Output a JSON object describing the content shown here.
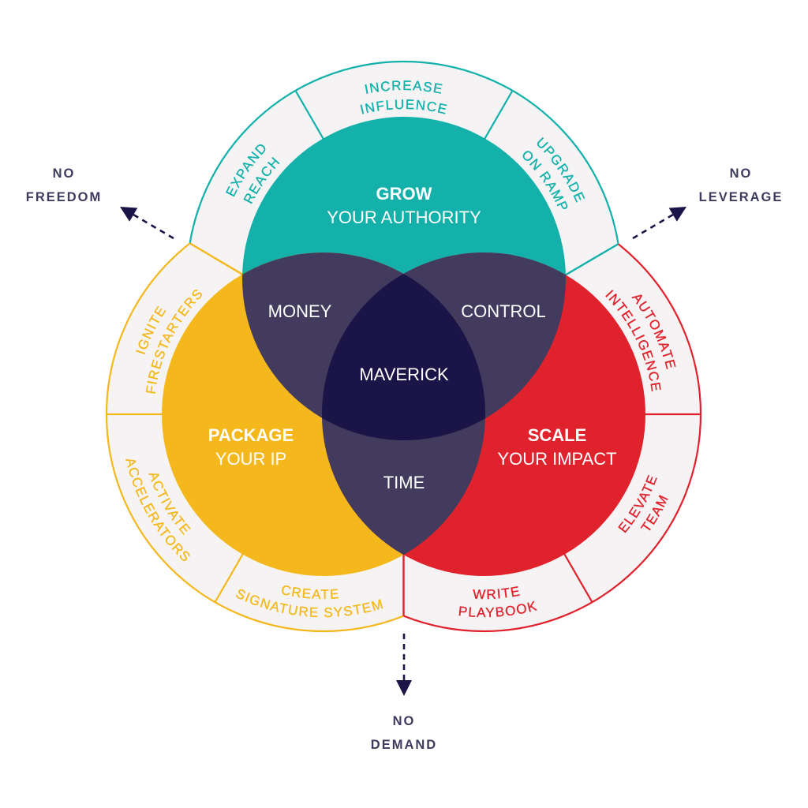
{
  "circles": {
    "grow": {
      "title": "GROW",
      "subtitle": "YOUR AUTHORITY",
      "color": "#14b1ab",
      "ring_labels": [
        {
          "line1": "EXPAND",
          "line2": "REACH"
        },
        {
          "line1": "INCREASE",
          "line2": "INFLUENCE"
        },
        {
          "line1": "UPGRADE",
          "line2": "ON RAMP"
        }
      ]
    },
    "package": {
      "title": "PACKAGE",
      "subtitle": "YOUR IP",
      "color": "#f5b81c",
      "ring_labels": [
        {
          "line1": "IGNITE",
          "line2": "FIRESTARTERS"
        },
        {
          "line1": "ACTIVATE",
          "line2": "ACCELERATORS"
        },
        {
          "line1": "CREATE",
          "line2": "SIGNATURE SYSTEM"
        }
      ]
    },
    "scale": {
      "title": "SCALE",
      "subtitle": "YOUR IMPACT",
      "color": "#e0222c",
      "ring_labels": [
        {
          "line1": "AUTOMATE",
          "line2": "INTELLIGENCE"
        },
        {
          "line1": "ELEVATE",
          "line2": "TEAM"
        },
        {
          "line1": "WRITE",
          "line2": "PLAYBOOK"
        }
      ]
    }
  },
  "overlaps": {
    "grow_package": "MONEY",
    "grow_scale": "CONTROL",
    "package_scale": "TIME",
    "all": "MAVERICK"
  },
  "outcomes": {
    "freedom": {
      "line1": "NO",
      "line2": "FREEDOM"
    },
    "leverage": {
      "line1": "NO",
      "line2": "LEVERAGE"
    },
    "demand": {
      "line1": "NO",
      "line2": "DEMAND"
    }
  },
  "colors": {
    "overlap": "#423b5e",
    "center": "#1b1447",
    "ring_fill": "#f5f3f4",
    "outcome_text": "#3d3b5e",
    "arrow": "#1b1447",
    "label_text": "#ffffff"
  }
}
